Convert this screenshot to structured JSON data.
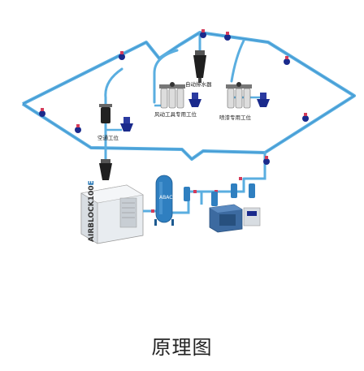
{
  "caption": "原理图",
  "labels": {
    "auto_drain": "自动排水器",
    "air_tool_station": "风动工具专用工位",
    "spray_station": "喷漆专用工位",
    "blow_station": "空通工位",
    "compressor_brand": "AIRBLOCK100",
    "compressor_brand_suffix": "E",
    "tank_label": "ABAC"
  },
  "colors": {
    "pipe": "#5aaee0",
    "pipe_outline": "#2f86c4",
    "valve": "#1a2a8c",
    "valve_handle": "#d43b5a",
    "tank": "#2f7fc0",
    "compressor": "#e8ecf0",
    "dryer": "#3c6aa0"
  },
  "icons": [
    "ball-valve-icon",
    "air-filter-icon",
    "auto-drain-icon",
    "quick-coupler-icon"
  ]
}
